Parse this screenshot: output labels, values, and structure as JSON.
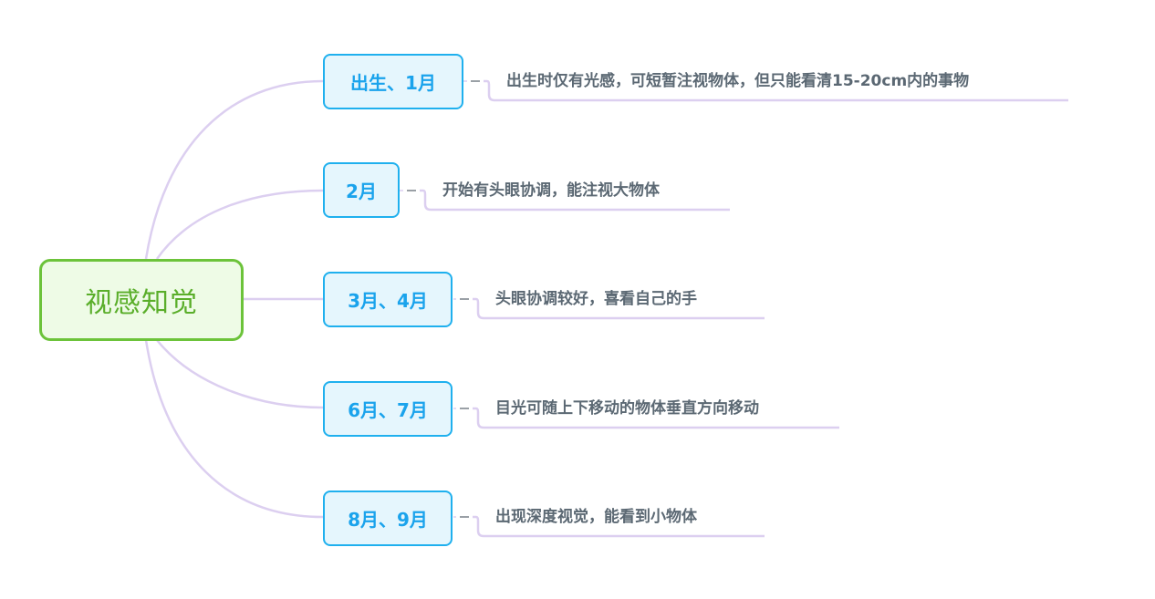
{
  "diagram": {
    "type": "mind-map",
    "root": {
      "label": "视感知觉"
    },
    "branches": [
      {
        "label": "出生、1月",
        "detail": "出生时仅有光感，可短暂注视物体，但只能看清15-20cm内的事物"
      },
      {
        "label": "2月",
        "detail": "开始有头眼协调，能注视大物体"
      },
      {
        "label": "3月、4月",
        "detail": "头眼协调较好，喜看自己的手"
      },
      {
        "label": "6月、7月",
        "detail": "目光可随上下移动的物体垂直方向移动"
      },
      {
        "label": "8月、9月",
        "detail": "出现深度视觉，能看到小物体"
      }
    ],
    "colors": {
      "root_border": "#6cc33a",
      "root_fill": "#eefbe6",
      "root_text": "#5aae2a",
      "branch_border": "#1fb0ee",
      "branch_fill": "#e5f6fd",
      "branch_text": "#1aa3ec",
      "leaf_text": "#5b6873",
      "connector": "#dccff0",
      "dash": "#9aa0a6"
    }
  }
}
